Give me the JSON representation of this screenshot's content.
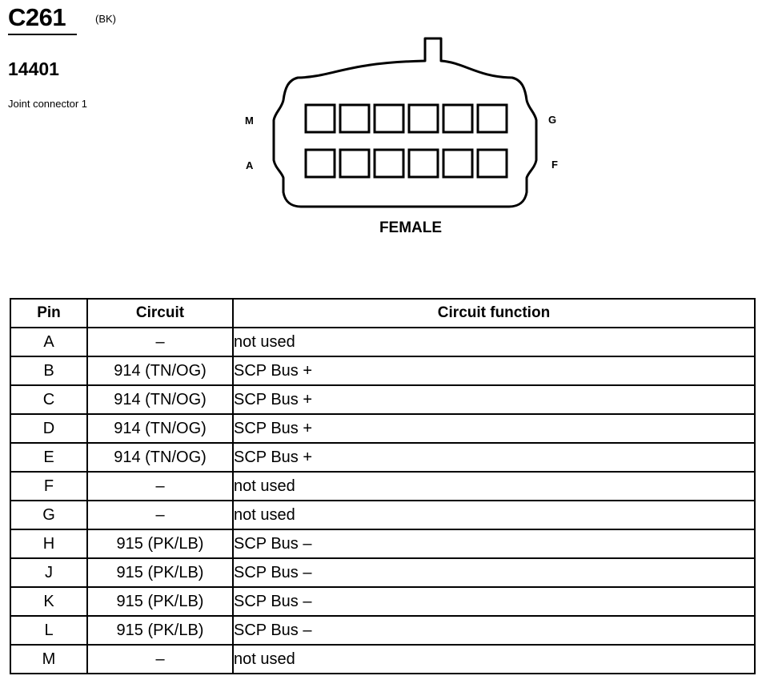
{
  "header": {
    "connector_id": "C261",
    "color_code": "(BK)",
    "part_number": "14401",
    "description": "Joint connector 1"
  },
  "connector_face": {
    "gender": "FEMALE",
    "corner_labels": {
      "top_left": "M",
      "bottom_left": "A",
      "top_right": "G",
      "bottom_right": "F"
    },
    "rows": 2,
    "cavities_per_row": 6
  },
  "table": {
    "headers": [
      "Pin",
      "Circuit",
      "Circuit function"
    ],
    "rows": [
      {
        "pin": "A",
        "circuit": "–",
        "function": "not used"
      },
      {
        "pin": "B",
        "circuit": "914 (TN/OG)",
        "function": "SCP Bus +"
      },
      {
        "pin": "C",
        "circuit": "914 (TN/OG)",
        "function": "SCP Bus +"
      },
      {
        "pin": "D",
        "circuit": "914 (TN/OG)",
        "function": "SCP Bus +"
      },
      {
        "pin": "E",
        "circuit": "914 (TN/OG)",
        "function": "SCP Bus +"
      },
      {
        "pin": "F",
        "circuit": "–",
        "function": "not used"
      },
      {
        "pin": "G",
        "circuit": "–",
        "function": "not used"
      },
      {
        "pin": "H",
        "circuit": "915 (PK/LB)",
        "function": "SCP Bus –"
      },
      {
        "pin": "J",
        "circuit": "915 (PK/LB)",
        "function": "SCP Bus –"
      },
      {
        "pin": "K",
        "circuit": "915 (PK/LB)",
        "function": "SCP Bus –"
      },
      {
        "pin": "L",
        "circuit": "915 (PK/LB)",
        "function": "SCP Bus –"
      },
      {
        "pin": "M",
        "circuit": "–",
        "function": "not used"
      }
    ]
  }
}
